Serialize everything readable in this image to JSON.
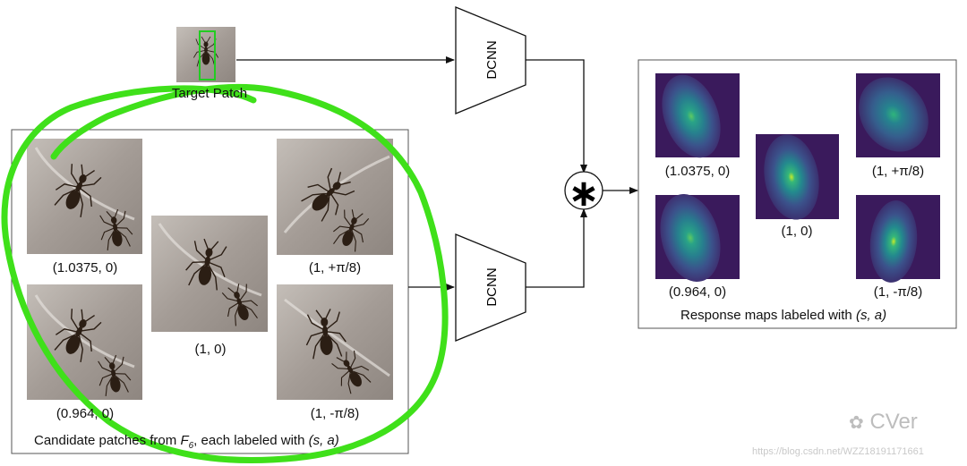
{
  "target_patch": {
    "label": "Target Patch"
  },
  "candidate_box": {
    "caption_prefix": "Candidate patches from ",
    "caption_var": "F",
    "caption_sub": "6",
    "caption_mid": ", each labeled with ",
    "caption_tail": "(s, a)",
    "patches": [
      {
        "label": "(1.0375, 0)"
      },
      {
        "label": "(0.964, 0)"
      },
      {
        "label": "(1, 0)"
      },
      {
        "label": "(1, +π/8)"
      },
      {
        "label": "(1, -π/8)"
      }
    ]
  },
  "dcnn": {
    "top_label": "DCNN",
    "bottom_label": "DCNN"
  },
  "operator": {
    "symbol": "∗"
  },
  "response_box": {
    "caption_prefix": "Response maps labeled with ",
    "caption_tail": "(s, a)",
    "maps": [
      {
        "label": "(1.0375, 0)"
      },
      {
        "label": "(0.964, 0)"
      },
      {
        "label": "(1, 0)"
      },
      {
        "label": "(1, +π/8)"
      },
      {
        "label": "(1, -π/8)"
      }
    ]
  },
  "watermark": {
    "brand": "CVer",
    "url": "https://blog.csdn.net/WZZ18191171661"
  },
  "colors": {
    "line": "#111111",
    "annotation": "#3fe01a",
    "patch_bg": "#a7a09a",
    "ant": "#2b1e14",
    "map_dark": "#3b1b5e",
    "map_mid": "#2a8d8c",
    "map_peak": "#b4e51f",
    "target_box": "#22cc22"
  }
}
